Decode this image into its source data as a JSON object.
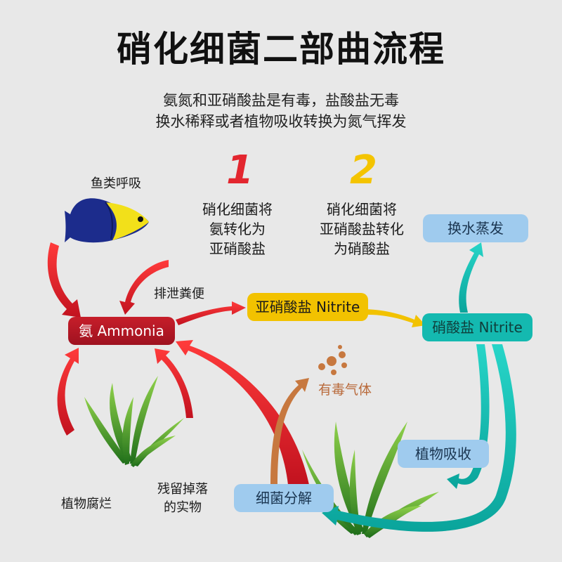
{
  "title": "硝化细菌二部曲流程",
  "subtitle": {
    "line1": "氨氮和亚硝酸盐是有毒，盐酸盐无毒",
    "line2": "换水稀释或者植物吸收转换为氮气挥发"
  },
  "steps": [
    {
      "number": "1",
      "lines": [
        "硝化细菌将",
        "氨转化为",
        "亚硝酸盐"
      ],
      "color": "#e3262f"
    },
    {
      "number": "2",
      "lines": [
        "硝化细菌将",
        "亚硝酸盐转化",
        "为硝酸盐"
      ],
      "color": "#f4c400"
    }
  ],
  "nodes": {
    "ammonia": "氨 Ammonia",
    "nitrite": "亚硝酸盐 Nitrite",
    "nitrate": "硝酸盐 Nitrite",
    "water_change": "换水蒸发",
    "plant_absorb": "植物吸收",
    "bacteria_decompose": "细菌分解"
  },
  "labels": {
    "fish_breath": "鱼类呼吸",
    "excrete": "排泄粪便",
    "plant_rot": "植物腐烂",
    "residue": "残留掉落\n的实物",
    "toxic_gas": "有毒气体"
  },
  "colors": {
    "background": "#e8e8e8",
    "ammonia": "#b8172a",
    "nitrite": "#f2c200",
    "nitrate": "#14b9b0",
    "info_box": "#9fcbee",
    "red_arrow": "#d41f2e",
    "orange_arrow": "#c7783f"
  }
}
